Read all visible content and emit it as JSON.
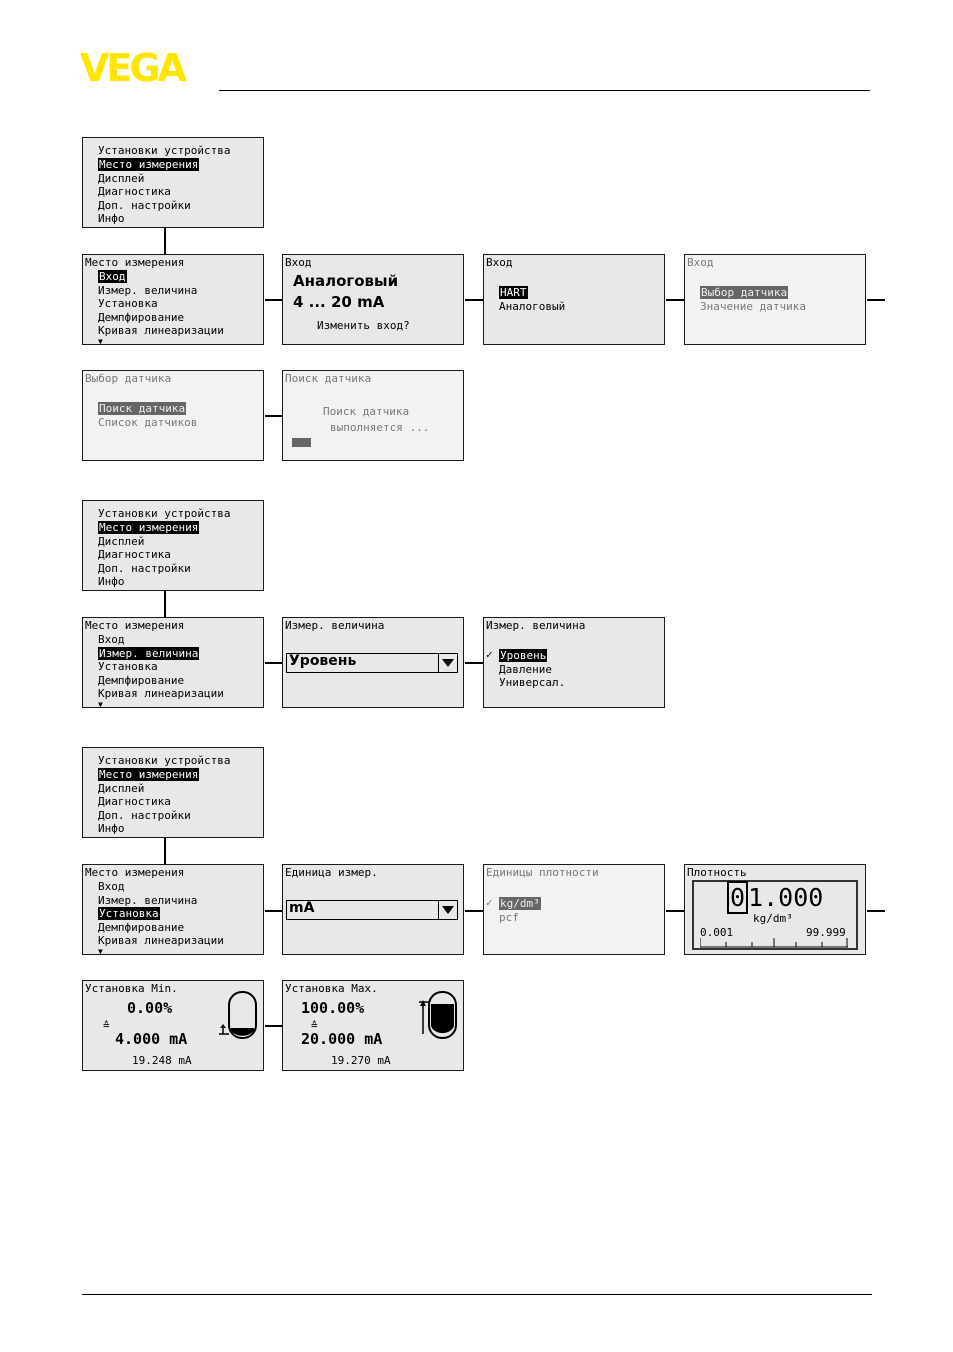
{
  "brand": {
    "logo_text": "VEGA",
    "color": "#ffe600"
  },
  "menu_device": [
    "Установки устройства",
    "Место измерения",
    "Дисплей",
    "Диагностика",
    "Доп. настройки",
    "Инфо"
  ],
  "menu_place": [
    "Место измерения",
    "Вход",
    "Измер. величина",
    "Установка",
    "Демпфирование",
    "Кривая линеаризации"
  ],
  "input": {
    "title": "Вход",
    "analog_big": "Аналоговый",
    "range": "4 ... 20 mA",
    "change": "Изменить вход?",
    "opt_hart": "HART",
    "opt_analog": "Аналоговый",
    "sensor_select": "Выбор датчика",
    "sensor_value": "Значение датчика"
  },
  "sensor": {
    "title_select": "Выбор датчика",
    "search": "Поиск датчика",
    "list": "Список датчиков",
    "title_search": "Поиск датчика",
    "running_1": "Поиск датчика",
    "running_2": "выполняется ..."
  },
  "measure": {
    "title": "Измер. величина",
    "combo_value": "Уровень",
    "check": "✓",
    "opt_level": "Уровень",
    "opt_pressure": "Давление",
    "opt_universal": "Универсал."
  },
  "unit": {
    "title": "Единица измер.",
    "combo_value": "mA",
    "density_title": "Единицы плотности",
    "check": "✓",
    "opt_kg": "kg/dm³",
    "opt_pcf": "pcf",
    "dens_title": "Плотность",
    "dens_digit": "0",
    "dens_rest": "1.000",
    "dens_unit": "kg/dm³",
    "dens_min": "0.001",
    "dens_max": "99.999"
  },
  "adjust_min": {
    "title": "Установка Min.",
    "percent": "0.00%",
    "equiv": "≙",
    "current": "4.000 mA",
    "measured": "19.248 mA"
  },
  "adjust_max": {
    "title": "Установка Max.",
    "percent": "100.00%",
    "equiv": "≙",
    "current": "20.000 mA",
    "measured": "19.270 mA"
  }
}
